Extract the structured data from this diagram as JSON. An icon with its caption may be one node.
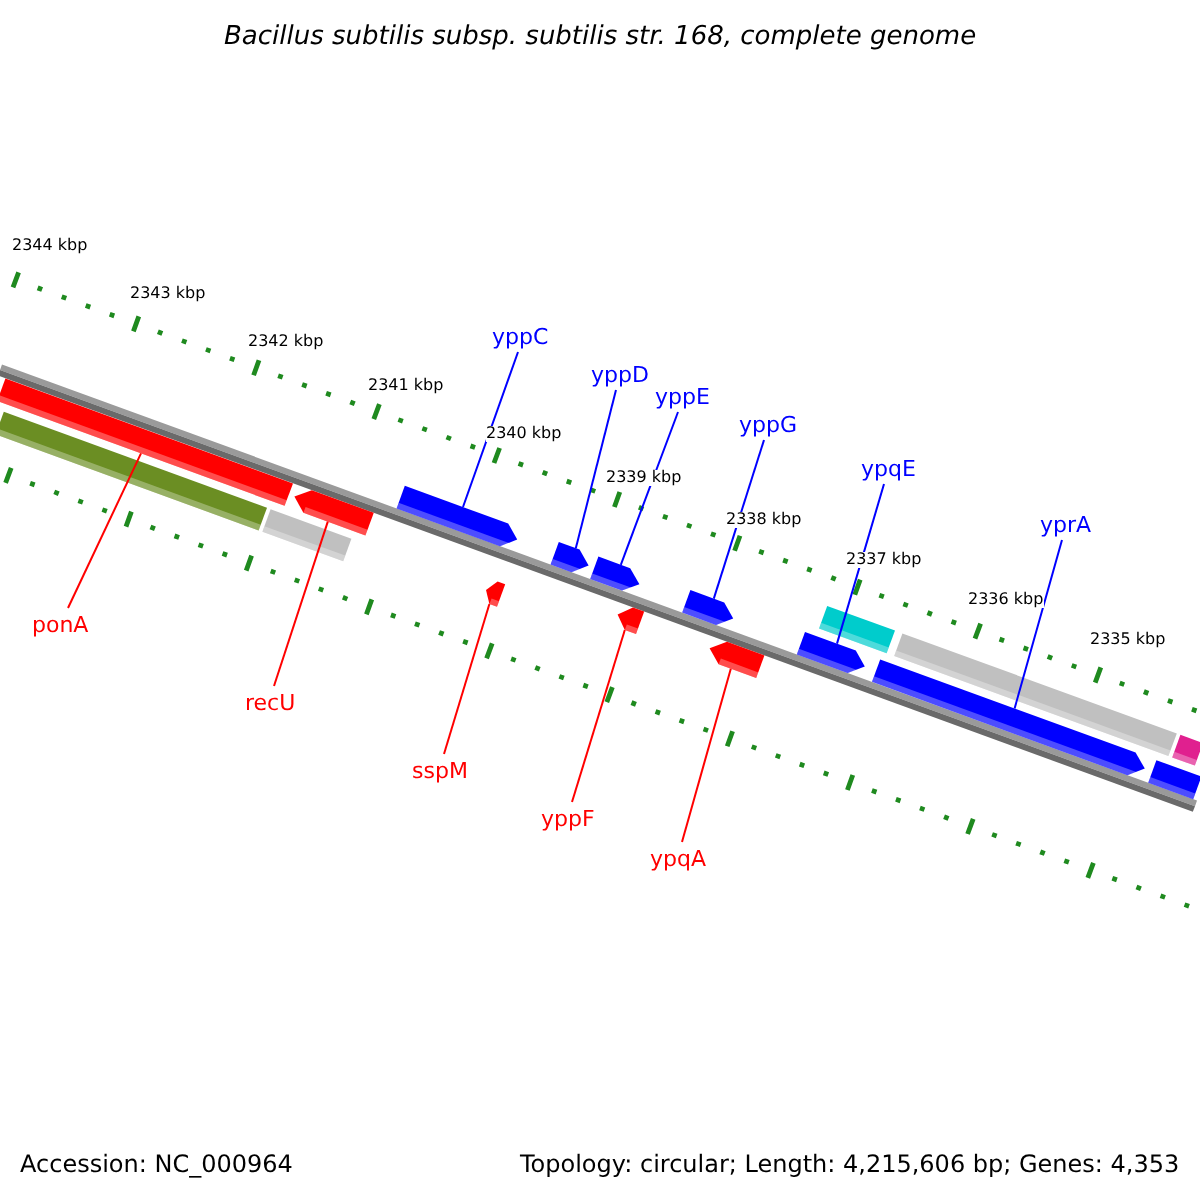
{
  "diagram": {
    "title": "Bacillus subtilis subsp. subtilis str. 168, complete genome",
    "nodes": [
      {
        "text": [
          "yppC"
        ]
      },
      {
        "text": [
          "yppD"
        ]
      },
      {
        "text": [
          "yppE"
        ]
      },
      {
        "text": [
          "yppG"
        ]
      },
      {
        "text": [
          "ypqE"
        ]
      },
      {
        "text": [
          "yprA"
        ]
      },
      {
        "text": [],
        "shape": "bar"
      },
      {
        "text": [],
        "shape": "bar"
      },
      {
        "text": [],
        "shape": "pentagon"
      },
      {
        "text": [],
        "shape": "bar"
      },
      {
        "text": [],
        "shape": "pentagon"
      },
      {
        "text": [],
        "shape": "pentagon"
      },
      {
        "text": [],
        "shape": "pentagon"
      },
      {
        "text": [],
        "shape": "pentagon"
      },
      {
        "text": [],
        "shape": "pentagon"
      },
      {
        "text": [],
        "shape": "pentagon"
      },
      {
        "text": [],
        "shape": "pentagon"
      },
      {
        "text": [],
        "shape": "bar"
      },
      {
        "text": [],
        "shape": "pentagon"
      },
      {
        "text": [],
        "shape": "bar"
      },
      {
        "text": [],
        "shape": "pentagon"
      },
      {
        "text": [],
        "shape": "bar"
      },
      {
        "text": [],
        "shape": "bar"
      },
      {
        "text": [
          "ponA"
        ]
      },
      {
        "text": [
          "recU"
        ]
      },
      {
        "text": [
          "sspM"
        ]
      },
      {
        "text": [
          "yppF"
        ]
      },
      {
        "text": [
          "ypqA"
        ]
      }
    ],
    "edges": [
      {
        "from": 0,
        "to": 10,
        "arrow": "none"
      },
      {
        "from": 1,
        "to": 12,
        "arrow": "none"
      },
      {
        "from": 2,
        "to": 13,
        "arrow": "none"
      },
      {
        "from": 3,
        "to": 15,
        "arrow": "none"
      },
      {
        "from": 4,
        "to": 18,
        "arrow": "none"
      },
      {
        "from": 5,
        "to": 20,
        "arrow": "none"
      },
      {
        "from": 23,
        "to": 6,
        "arrow": "none",
        "color": "#ff0000"
      },
      {
        "from": 24,
        "to": 8,
        "arrow": "none",
        "color": "#ff0000"
      },
      {
        "from": 25,
        "to": 11,
        "arrow": "none",
        "color": "#ff0000"
      },
      {
        "from": 26,
        "to": 14,
        "arrow": "none",
        "color": "#ff0000"
      },
      {
        "from": 27,
        "to": 16,
        "arrow": "none",
        "color": "#ff0000"
      }
    ],
    "labels": [
      "2344 kbp",
      "2343 kbp",
      "2342 kbp",
      "2341 kbp",
      "2340 kbp",
      "2339 kbp",
      "2338 kbp",
      "2337 kbp",
      "2336 kbp",
      "2335 kbp",
      "Accession: NC_000964",
      "Topology: circular; Length: 4,215,606 bp; Genes: 4,353"
    ]
  }
}
